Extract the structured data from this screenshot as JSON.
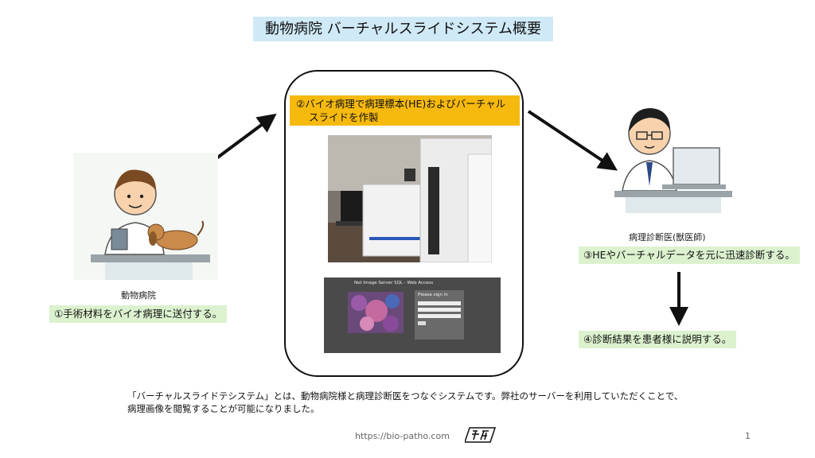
{
  "title": "動物病院 バーチャルスライドシステム概要",
  "left": {
    "caption": "動物病院",
    "step": "①手術材料をバイオ病理に送付する。"
  },
  "center": {
    "step_line1": "②バイオ病理で病理標本(HE)およびバーチャル",
    "step_line2": "スライドを作製",
    "login_screen": {
      "header": "Net Image Server SQL - Web Access",
      "panel_title": "Please sign in"
    }
  },
  "right": {
    "caption": "病理診断医(獣医師)",
    "step3": "③HEやバーチャルデータを元に迅速診断する。",
    "step4": "④診断結果を患者様に説明する。"
  },
  "description": {
    "line1": "「バーチャルスライドテシステム」とは、動物病院様と病理診断医をつなぐシステムです。弊社のサーバーを利用していただくことで、",
    "line2": "病理画像を閲覧することが可能になりました。"
  },
  "footer": {
    "url": "https://bio-patho.com",
    "page": "1"
  },
  "colors": {
    "title_bg": "#cfe9f7",
    "step_orange": "#f6b90e",
    "label_green": "#dcf2cf"
  }
}
